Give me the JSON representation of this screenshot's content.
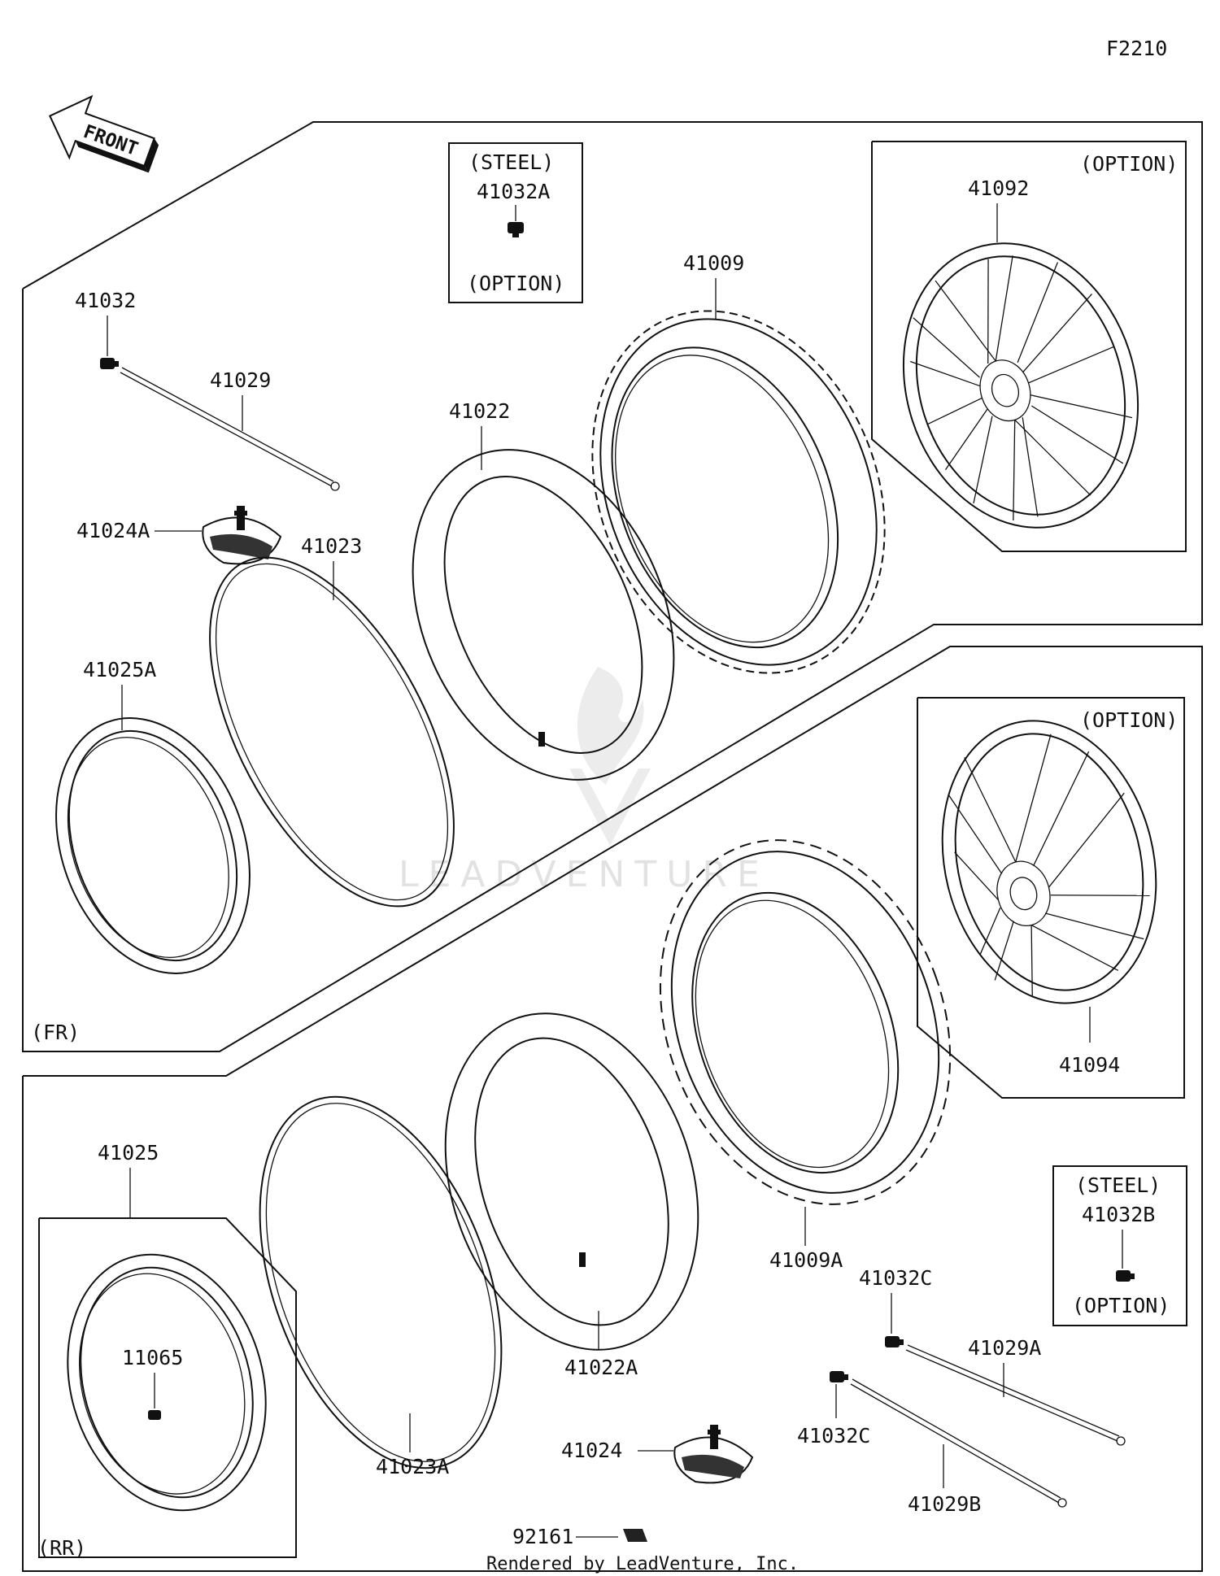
{
  "figure_code": "F2210",
  "front_arrow": {
    "label": "FRONT"
  },
  "watermark": "LEADVENTURE",
  "footer": "Rendered by LeadVenture, Inc.",
  "sections": {
    "front": {
      "tag": "(FR)",
      "labels": {
        "p41032": "41032",
        "p41029": "41029",
        "p41024a": "41024A",
        "p41023": "41023",
        "p41025a": "41025A",
        "p41022": "41022",
        "p41009": "41009"
      },
      "steel_option": {
        "top": "(STEEL)",
        "part": "41032A",
        "bottom": "(OPTION)"
      },
      "wheel_option": {
        "tag": "(OPTION)",
        "part": "41092"
      }
    },
    "rear": {
      "tag": "(RR)",
      "labels": {
        "p41025": "41025",
        "p11065": "11065",
        "p41023a": "41023A",
        "p41022a": "41022A",
        "p41009a": "41009A",
        "p41024": "41024",
        "p92161": "92161",
        "p41032c_1": "41032C",
        "p41032c_2": "41032C",
        "p41029a": "41029A",
        "p41029b": "41029B"
      },
      "steel_option": {
        "top": "(STEEL)",
        "part": "41032B",
        "bottom": "(OPTION)"
      },
      "wheel_option": {
        "tag": "(OPTION)",
        "part": "41094"
      }
    }
  }
}
